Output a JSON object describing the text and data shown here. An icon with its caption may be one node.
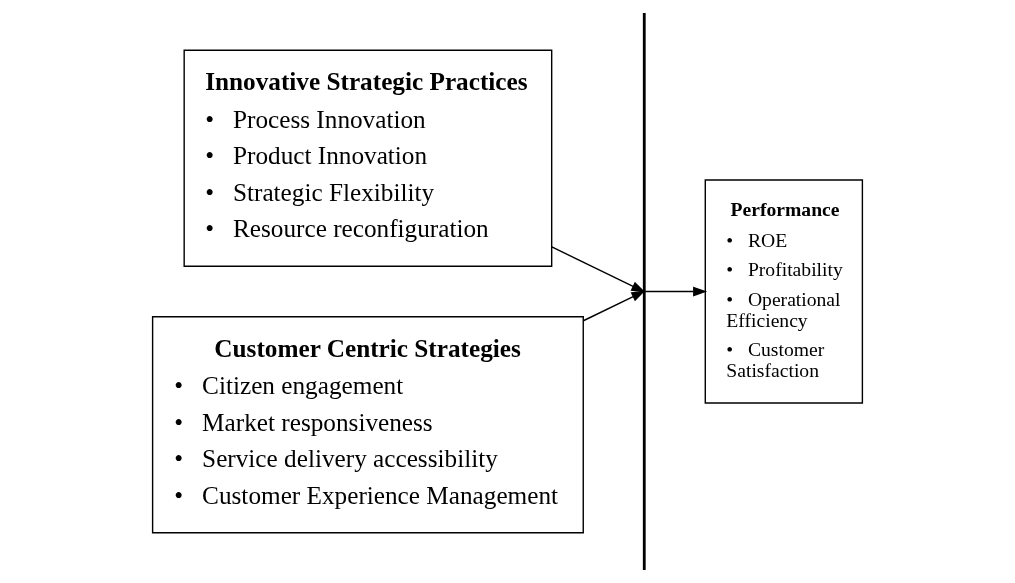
{
  "diagram": {
    "nodes": [
      {
        "text": [
          "Innovative Strategic Practices",
          "•   Process Innovation",
          "•   Product Innovation",
          "•   Strategic Flexibility",
          "•   Resource reconfiguration"
        ]
      },
      {
        "text": [
          "Customer Centric Strategies",
          "•   Citizen engagement",
          "•   Market responsiveness",
          "•   Service delivery accessibility",
          "•   Customer Experience Management"
        ]
      },
      {
        "text": [],
        "shape": "bar"
      },
      {
        "text": [
          "Performance",
          "•   ROE",
          "•   Profitability",
          "•   Operational Efficiency",
          "•   Customer Satisfaction"
        ]
      }
    ],
    "edges": [
      {
        "from": 0,
        "to": 2,
        "arrow": "to"
      },
      {
        "from": 1,
        "to": 2,
        "arrow": "to"
      },
      {
        "from": 2,
        "to": 3,
        "arrow": "to"
      }
    ]
  }
}
